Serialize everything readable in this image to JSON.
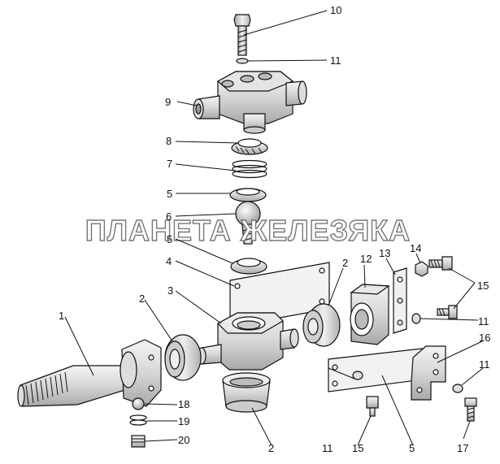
{
  "watermark": "ПЛАНЕТА ЖЕЛЕЗЯКА",
  "callouts": {
    "c1": "1",
    "c2a": "2",
    "c2b": "2",
    "c2c": "2",
    "c3": "3",
    "c4": "4",
    "c5a": "5",
    "c5b": "5",
    "c5c": "5",
    "c6": "6",
    "c7": "7",
    "c8": "8",
    "c9": "9",
    "c10": "10",
    "c11a": "11",
    "c11b": "11",
    "c11c": "11",
    "c11d": "11",
    "c12": "12",
    "c13": "13",
    "c14": "14",
    "c15a": "15",
    "c15b": "15",
    "c16": "16",
    "c17": "17",
    "c18": "18",
    "c19": "19",
    "c20": "20"
  },
  "colors": {
    "line": "#111111",
    "fill_light": "#e9e9e9",
    "fill_mid": "#cfcfcf",
    "fill_dark": "#9a9a9a",
    "watermark_stroke": "#777777"
  }
}
